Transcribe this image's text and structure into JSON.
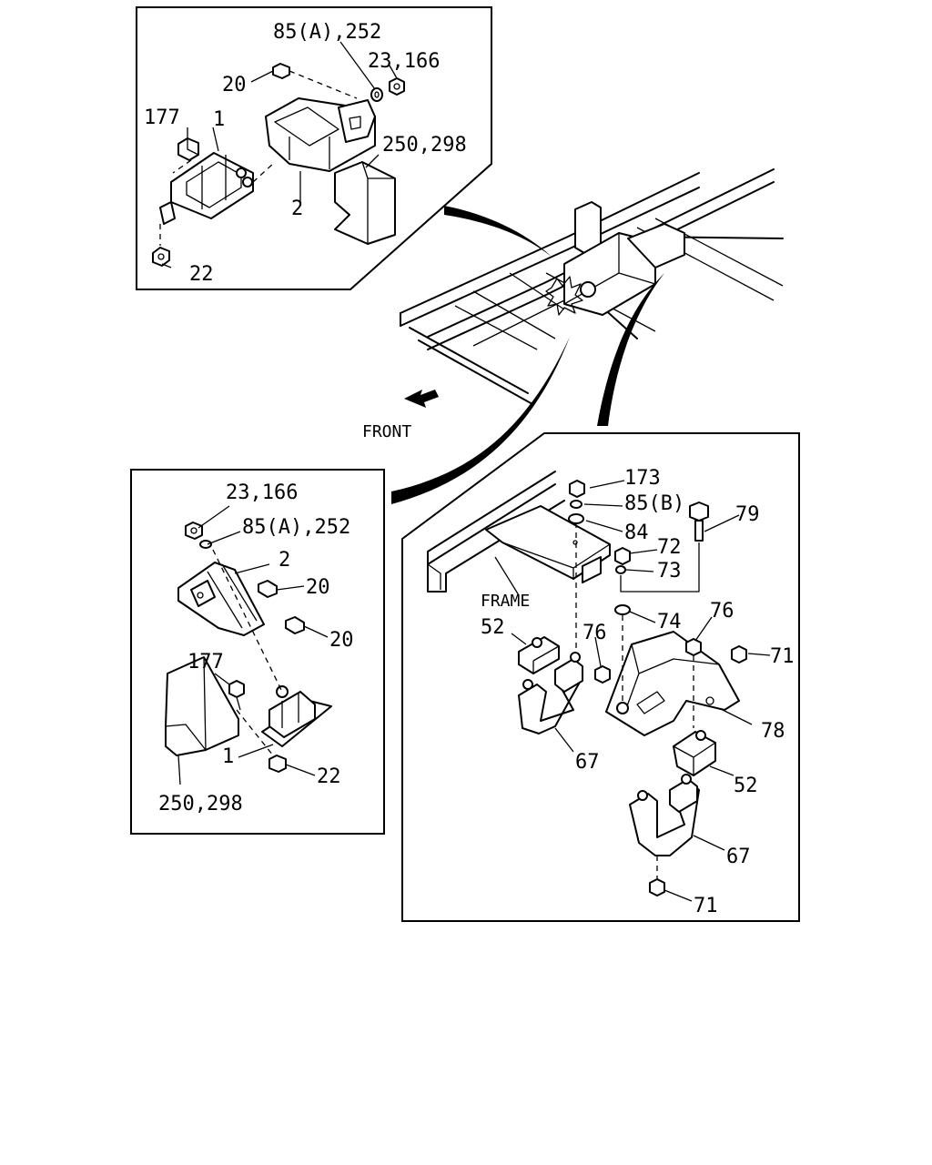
{
  "top_detail": {
    "labels": {
      "l_85a_252": "85(A),252",
      "l_23_166": "23,166",
      "l_20": "20",
      "l_177": "177",
      "l_1": "1",
      "l_250_298": "250,298",
      "l_2": "2",
      "l_22": "22"
    }
  },
  "chassis": {
    "front_label": "FRONT"
  },
  "left_detail": {
    "labels": {
      "l_23_166": "23,166",
      "l_85a_252": "85(A),252",
      "l_2": "2",
      "l_20a": "20",
      "l_20b": "20",
      "l_177": "177",
      "l_1": "1",
      "l_22": "22",
      "l_250_298": "250,298"
    }
  },
  "right_detail": {
    "labels": {
      "l_173": "173",
      "l_85b": "85(B)",
      "l_84": "84",
      "l_79": "79",
      "l_72": "72",
      "l_73": "73",
      "l_frame": "FRAME",
      "l_74": "74",
      "l_76a": "76",
      "l_76b": "76",
      "l_52a": "52",
      "l_71a": "71",
      "l_78": "78",
      "l_67a": "67",
      "l_52b": "52",
      "l_67b": "67",
      "l_71b": "71"
    }
  }
}
